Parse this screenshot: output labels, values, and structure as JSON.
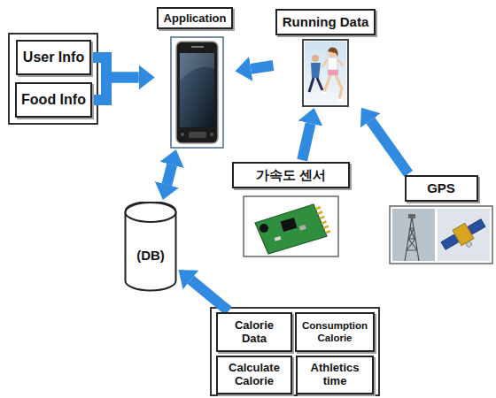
{
  "diagram": {
    "nodes": [
      {
        "text": [
          "User Info"
        ]
      },
      {
        "text": [
          "Food Info"
        ]
      },
      {
        "text": [
          "Application"
        ]
      },
      {
        "text": [
          "Running Data"
        ]
      },
      {
        "text": [
          "가속도 센서"
        ]
      },
      {
        "text": [
          "GPS"
        ]
      },
      {
        "text": [
          "(DB)"
        ]
      },
      {
        "text": [
          "Calorie Data"
        ]
      },
      {
        "text": [
          "Consumption Calorie"
        ]
      },
      {
        "text": [
          "Calculate Calorie"
        ]
      },
      {
        "text": [
          "Athletics time"
        ]
      }
    ],
    "edges": [
      {
        "from": 0,
        "to": 2,
        "arrow": "to"
      },
      {
        "from": 1,
        "to": 2,
        "arrow": "to"
      },
      {
        "from": 3,
        "to": 2,
        "arrow": "to"
      },
      {
        "from": 4,
        "to": 3,
        "arrow": "to"
      },
      {
        "from": 5,
        "to": 3,
        "arrow": "to"
      },
      {
        "from": 2,
        "to": 6,
        "arrow": "both"
      },
      {
        "from": 7,
        "to": 6,
        "arrow": "to"
      }
    ]
  }
}
